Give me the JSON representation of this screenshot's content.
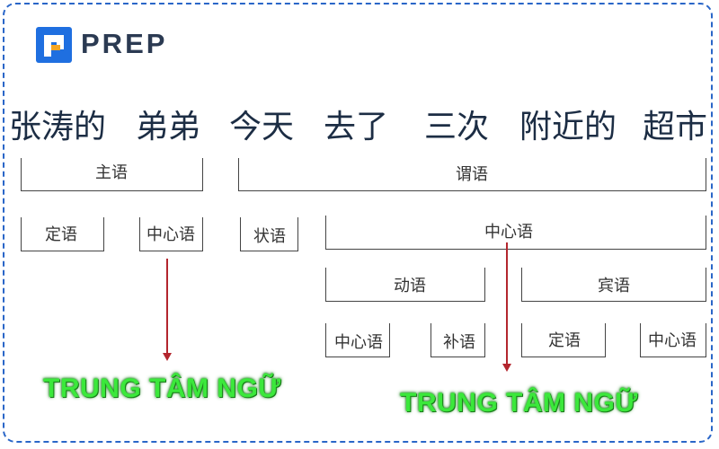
{
  "brand": {
    "name": "PREP",
    "color": "#1f6fe0"
  },
  "sentence": [
    "张涛的",
    "弟弟",
    "今天",
    "去了",
    "三次",
    "附近的",
    "超市"
  ],
  "tree": {
    "subject": "主语",
    "predicate": "谓语",
    "attributive_1": "定语",
    "head_1": "中心语",
    "adverbial": "状语",
    "head_2": "中心语",
    "verb": "动语",
    "object": "宾语",
    "head_3": "中心语",
    "complement": "补语",
    "attributive_2": "定语",
    "head_4": "中心语"
  },
  "annotations": {
    "left": "TRUNG TÂM NGỮ",
    "right": "TRUNG TÂM NGỮ",
    "arrow_color": "#b3262e",
    "label_color": "#3be83b"
  }
}
